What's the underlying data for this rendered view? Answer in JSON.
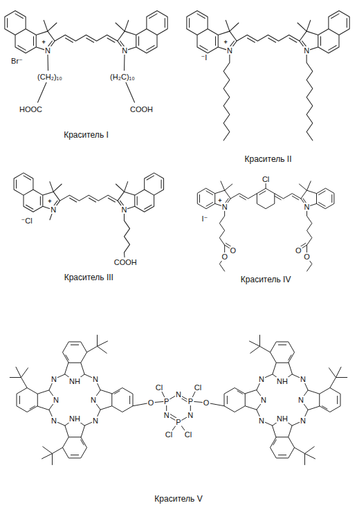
{
  "diagram": {
    "labels": [
      "Br⁻",
      "+",
      "N",
      "N",
      "(CH₂)₁₀",
      "(H₂C)₁₀",
      "HOOC",
      "COOH",
      "Краситель I",
      "+",
      "N",
      "⁻I",
      "N",
      "Краситель II",
      "+",
      "N",
      "⁻Cl",
      "N",
      "COOH",
      "Краситель III",
      "Cl",
      "+",
      "N",
      "I⁻",
      "N",
      "O",
      "O",
      "O",
      "O",
      "Краситель IV",
      "N",
      "NH",
      "N",
      "N",
      "N",
      "N",
      "NH",
      "N",
      "Cl",
      "Cl",
      "O",
      "P",
      "N",
      "P",
      "O",
      "N",
      "N",
      "P",
      "Cl",
      "Cl",
      "N",
      "NH",
      "N",
      "N",
      "N",
      "N",
      "NH",
      "N",
      "Краситель V"
    ]
  }
}
